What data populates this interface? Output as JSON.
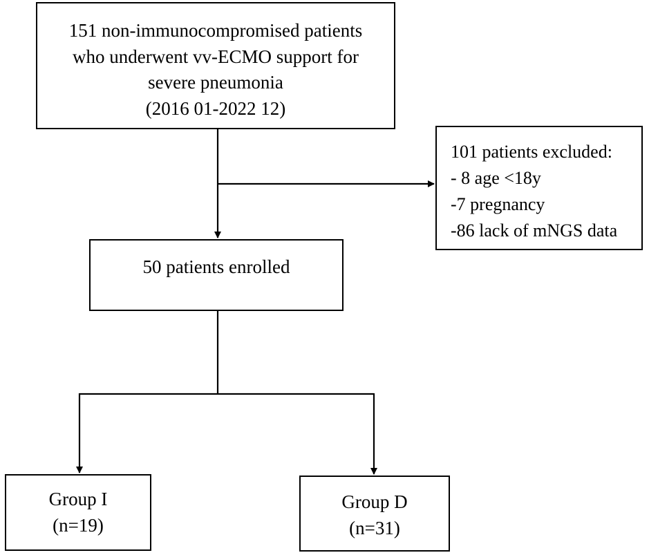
{
  "initial": {
    "lines": [
      "151 non-immunocompromised patients",
      "who underwent vv-ECMO support for",
      "severe pneumonia",
      "(2016 01-2022 12)"
    ]
  },
  "excluded": {
    "lines": [
      "101 patients excluded:",
      "- 8 age <18y",
      "-7 pregnancy",
      "-86 lack of mNGS data"
    ]
  },
  "enrolled": {
    "label": "50 patients enrolled"
  },
  "groups": [
    {
      "name": "Group I",
      "count": "(n=19)"
    },
    {
      "name": "Group D",
      "count": "(n=31)"
    }
  ]
}
